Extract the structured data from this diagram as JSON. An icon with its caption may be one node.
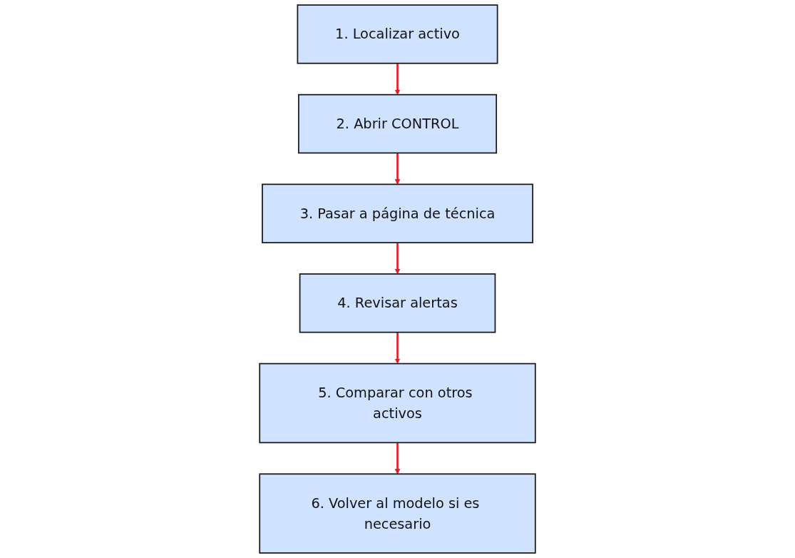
{
  "diagram": {
    "nodes": [
      {
        "text": [
          "1. Localizar activo"
        ]
      },
      {
        "text": [
          "2. Abrir CONTROL"
        ]
      },
      {
        "text": [
          "3. Pasar a página de técnica"
        ]
      },
      {
        "text": [
          "4. Revisar alertas"
        ]
      },
      {
        "text": [
          "5. Comparar con otros activos"
        ]
      },
      {
        "text": [
          "6. Volver al modelo si es necesario"
        ]
      }
    ],
    "edges": [
      {
        "from": 0,
        "to": 1,
        "arrow": "to"
      },
      {
        "from": 1,
        "to": 2,
        "arrow": "to"
      },
      {
        "from": 2,
        "to": 3,
        "arrow": "to"
      },
      {
        "from": 3,
        "to": 4,
        "arrow": "to"
      },
      {
        "from": 4,
        "to": 5,
        "arrow": "to"
      }
    ]
  }
}
